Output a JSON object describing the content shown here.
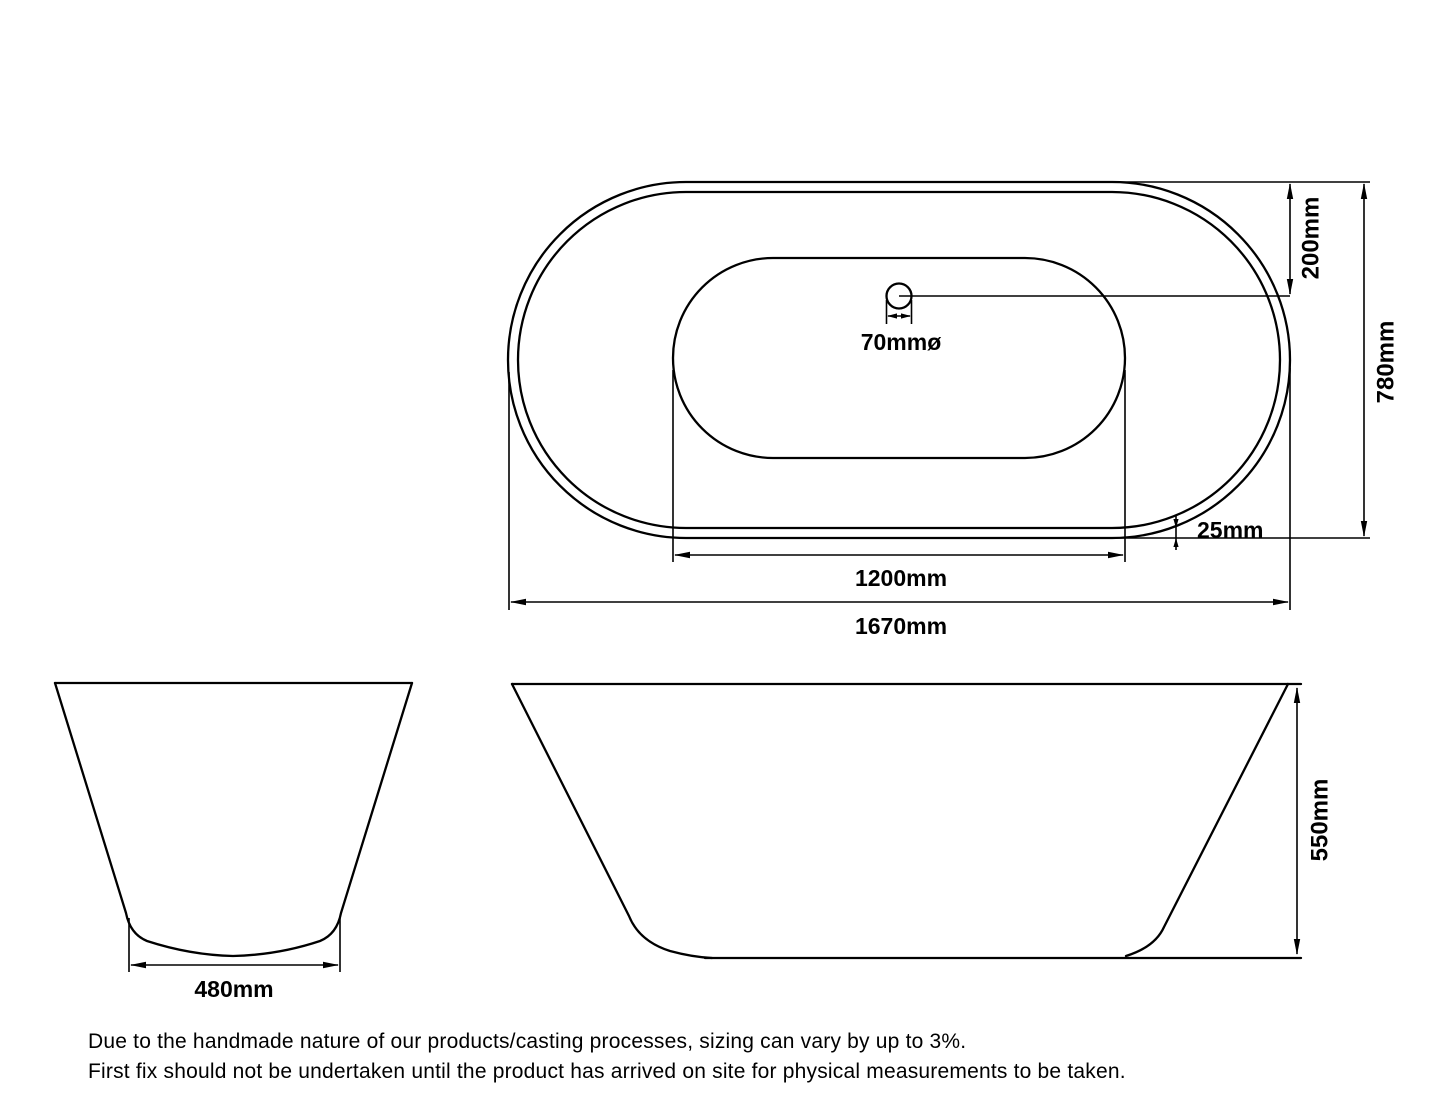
{
  "plan_view": {
    "drain_diameter": "70mmø",
    "drain_offset_from_end": "200mm",
    "overall_width": "780mm",
    "rim_lip": "25mm",
    "basin_length": "1200mm",
    "overall_length": "1670mm"
  },
  "end_view": {
    "base_width": "480mm"
  },
  "side_view": {
    "height": "550mm"
  },
  "footer": {
    "line1": "Due to the handmade nature of our products/casting processes, sizing can vary by up to 3%.",
    "line2": "First fix should not be undertaken until the product has arrived on site for physical measurements to be taken."
  },
  "colors": {
    "line": "#000000",
    "background": "#ffffff"
  }
}
